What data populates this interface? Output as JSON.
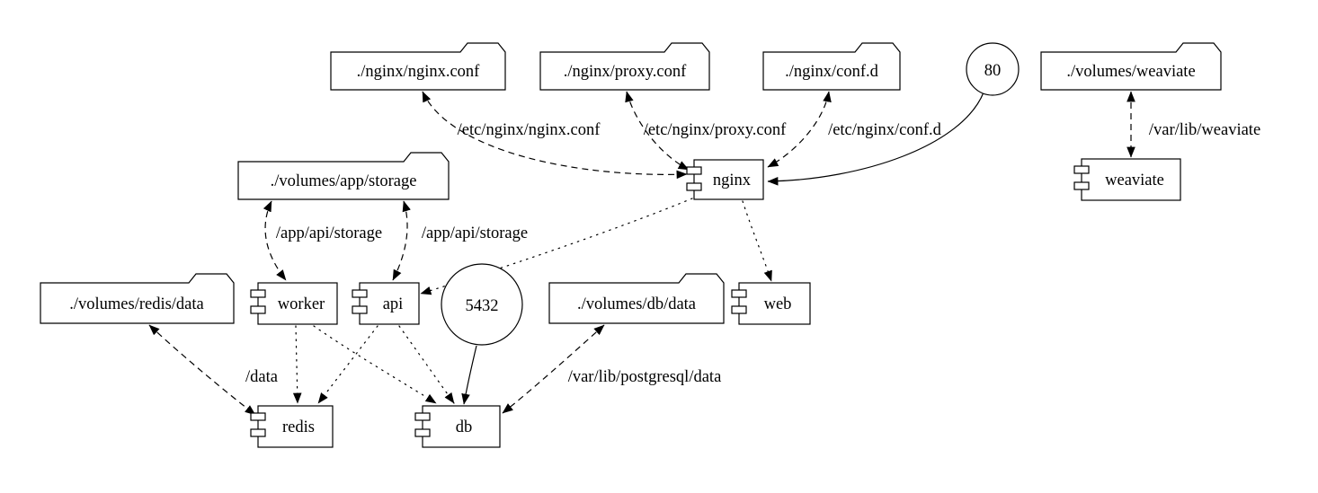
{
  "diagram": {
    "kind": "docker-compose-graph",
    "background_color": "#ffffff",
    "stroke_color": "#000000"
  },
  "nodes": {
    "nginx_conf_file": {
      "label": "./nginx/nginx.conf",
      "type": "folder"
    },
    "proxy_conf_file": {
      "label": "./nginx/proxy.conf",
      "type": "folder"
    },
    "conf_d_dir": {
      "label": "./nginx/conf.d",
      "type": "folder"
    },
    "port_80": {
      "label": "80",
      "type": "port"
    },
    "volumes_weaviate": {
      "label": "./volumes/weaviate",
      "type": "folder"
    },
    "volumes_app_storage": {
      "label": "./volumes/app/storage",
      "type": "folder"
    },
    "nginx": {
      "label": "nginx",
      "type": "service"
    },
    "weaviate": {
      "label": "weaviate",
      "type": "service"
    },
    "volumes_redis_data": {
      "label": "./volumes/redis/data",
      "type": "folder"
    },
    "worker": {
      "label": "worker",
      "type": "service"
    },
    "api": {
      "label": "api",
      "type": "service"
    },
    "port_5432": {
      "label": "5432",
      "type": "port"
    },
    "volumes_db_data": {
      "label": "./volumes/db/data",
      "type": "folder"
    },
    "web": {
      "label": "web",
      "type": "service"
    },
    "redis": {
      "label": "redis",
      "type": "service"
    },
    "db": {
      "label": "db",
      "type": "service"
    }
  },
  "edges": [
    {
      "from": "nginx",
      "to": "nginx_conf_file",
      "style": "dashed",
      "bidirectional": true,
      "label": "/etc/nginx/nginx.conf"
    },
    {
      "from": "nginx",
      "to": "proxy_conf_file",
      "style": "dashed",
      "bidirectional": true,
      "label": "/etc/nginx/proxy.conf"
    },
    {
      "from": "nginx",
      "to": "conf_d_dir",
      "style": "dashed",
      "bidirectional": true,
      "label": "/etc/nginx/conf.d"
    },
    {
      "from": "port_80",
      "to": "nginx",
      "style": "solid",
      "bidirectional": false,
      "label": ""
    },
    {
      "from": "weaviate",
      "to": "volumes_weaviate",
      "style": "dashed",
      "bidirectional": true,
      "label": "/var/lib/weaviate"
    },
    {
      "from": "worker",
      "to": "volumes_app_storage",
      "style": "dashed",
      "bidirectional": true,
      "label": "/app/api/storage"
    },
    {
      "from": "api",
      "to": "volumes_app_storage",
      "style": "dashed",
      "bidirectional": true,
      "label": "/app/api/storage"
    },
    {
      "from": "nginx",
      "to": "api",
      "style": "dotted",
      "bidirectional": false,
      "label": ""
    },
    {
      "from": "nginx",
      "to": "web",
      "style": "dotted",
      "bidirectional": false,
      "label": ""
    },
    {
      "from": "worker",
      "to": "redis",
      "style": "dotted",
      "bidirectional": false,
      "label": ""
    },
    {
      "from": "worker",
      "to": "db",
      "style": "dotted",
      "bidirectional": false,
      "label": ""
    },
    {
      "from": "api",
      "to": "redis",
      "style": "dotted",
      "bidirectional": false,
      "label": ""
    },
    {
      "from": "api",
      "to": "db",
      "style": "dotted",
      "bidirectional": false,
      "label": ""
    },
    {
      "from": "redis",
      "to": "volumes_redis_data",
      "style": "dashed",
      "bidirectional": true,
      "label": "/data"
    },
    {
      "from": "port_5432",
      "to": "db",
      "style": "solid",
      "bidirectional": false,
      "label": ""
    },
    {
      "from": "db",
      "to": "volumes_db_data",
      "style": "dashed",
      "bidirectional": true,
      "label": "/var/lib/postgresql/data"
    }
  ]
}
